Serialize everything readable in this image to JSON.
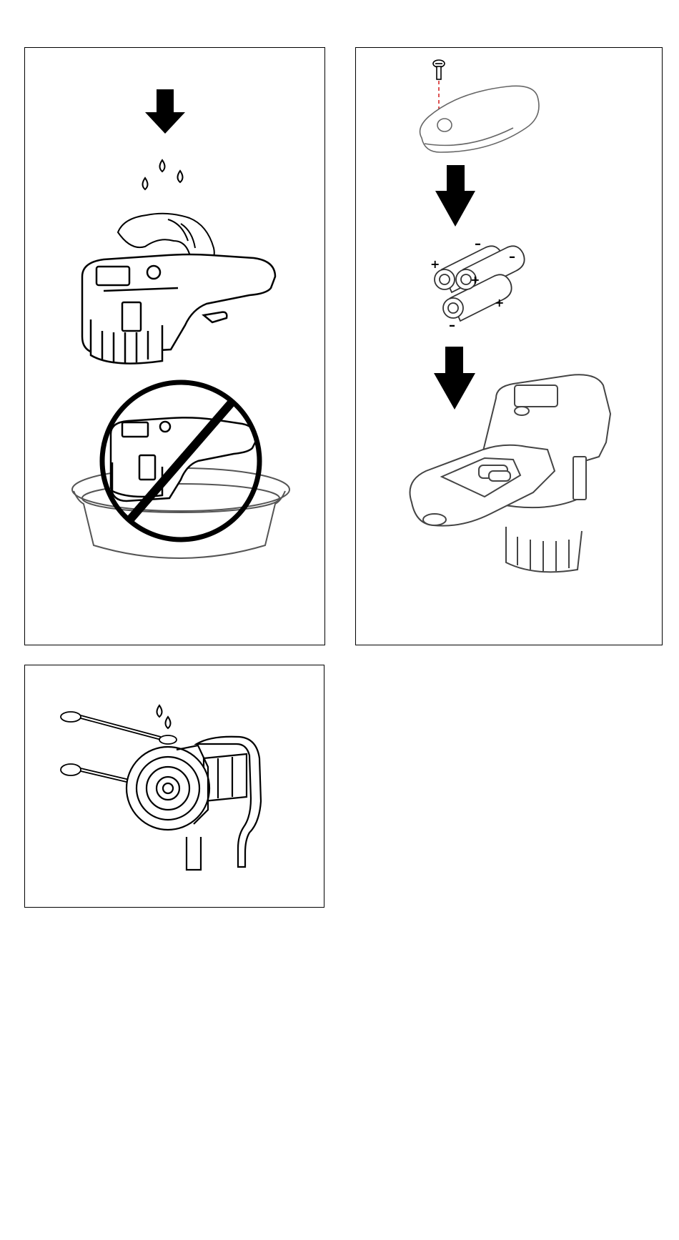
{
  "panels": [
    {
      "id": "panel-cleaning",
      "icons": [
        "down-arrow-icon",
        "water-drops-icon",
        "cloth-icon",
        "device-icon",
        "prohibition-icon",
        "water-basin-icon"
      ]
    },
    {
      "id": "panel-battery",
      "icons": [
        "screw-icon",
        "battery-cover-icon",
        "down-arrow-icon",
        "batteries-icon",
        "down-arrow-icon",
        "device-open-compartment-icon"
      ]
    },
    {
      "id": "panel-swab",
      "icons": [
        "cotton-swab-icon",
        "water-drops-icon",
        "cotton-swab-icon",
        "device-probe-icon"
      ]
    }
  ],
  "battery_signs": {
    "plus": "+",
    "minus": "–"
  },
  "colors": {
    "line": "#000000",
    "light_line": "#555555",
    "guide": "#d62828"
  }
}
